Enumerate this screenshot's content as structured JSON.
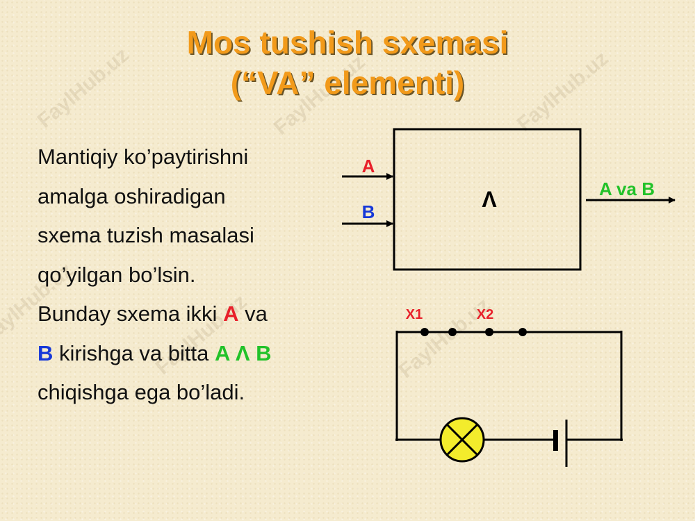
{
  "watermark": "FaylHub.uz",
  "title": {
    "line1": "Mos tushish sxemasi",
    "line2": "(“VA” elementi)"
  },
  "text": {
    "line1": "Mantiqiy ko’paytirishni",
    "line2": "amalga oshiradigan",
    "line3": "sxema tuzish masalasi",
    "line4": "qo’yilgan bo’lsin.",
    "line5_pre": "Bunday sxema ikki ",
    "line5_a": "A",
    "line5_post": " va",
    "line6_b": "B",
    "line6_mid": " kirishga va bitta ",
    "line6_expr": "A Λ B",
    "line7": "chiqishga ega bo’ladi."
  },
  "gate": {
    "input_a": "A",
    "input_b": "B",
    "symbol": "Λ",
    "output": "A va B"
  },
  "circuit": {
    "switch1": "X1",
    "switch2": "X2"
  },
  "colors": {
    "title": "#f29a1a",
    "input_a": "#e8202a",
    "input_b": "#1638d8",
    "output": "#22c22a",
    "lamp": "#f3ec2c"
  }
}
